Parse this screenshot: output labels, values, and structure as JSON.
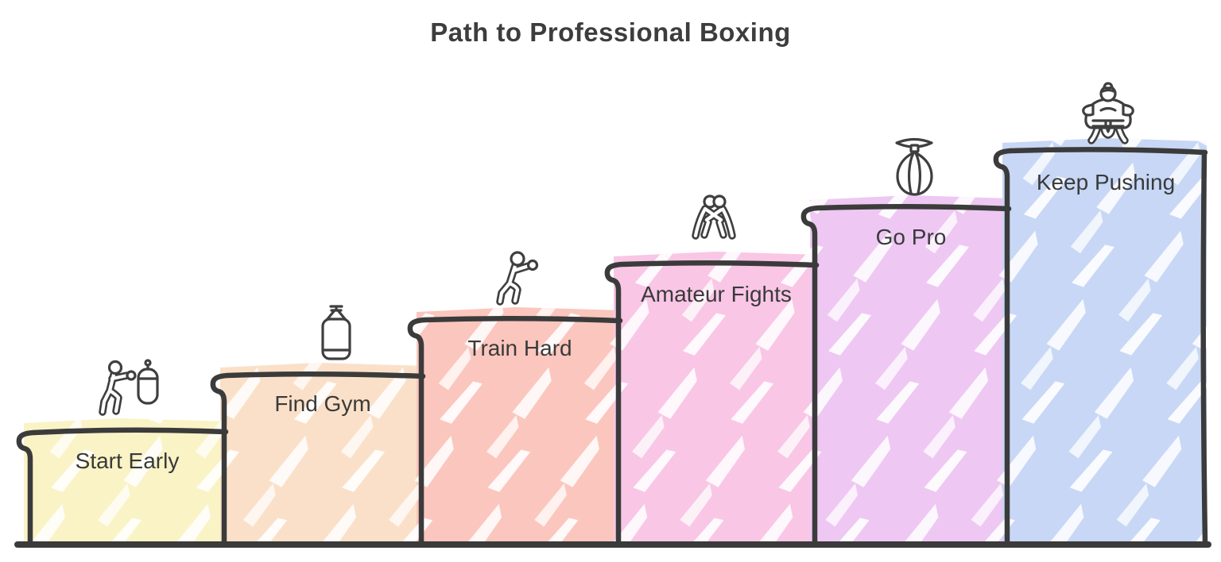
{
  "title": "Path to Professional Boxing",
  "steps": [
    {
      "label": "Start Early",
      "color": "#faf3c6",
      "icon": "boxer-punching-bag-icon"
    },
    {
      "label": "Find Gym",
      "color": "#fae0c8",
      "icon": "heavy-bag-icon"
    },
    {
      "label": "Train Hard",
      "color": "#fbc6bd",
      "icon": "boxer-stance-icon"
    },
    {
      "label": "Amateur Fights",
      "color": "#f9c6e5",
      "icon": "wrestlers-grappling-icon"
    },
    {
      "label": "Go Pro",
      "color": "#eec7f3",
      "icon": "speed-bag-icon"
    },
    {
      "label": "Keep Pushing",
      "color": "#c7d7f5",
      "icon": "sumo-champion-icon"
    }
  ],
  "colors": {
    "outline": "#3b3b3b",
    "label_text": "#3a3a3a",
    "title_text": "#3d3d3d",
    "background": "#ffffff"
  }
}
